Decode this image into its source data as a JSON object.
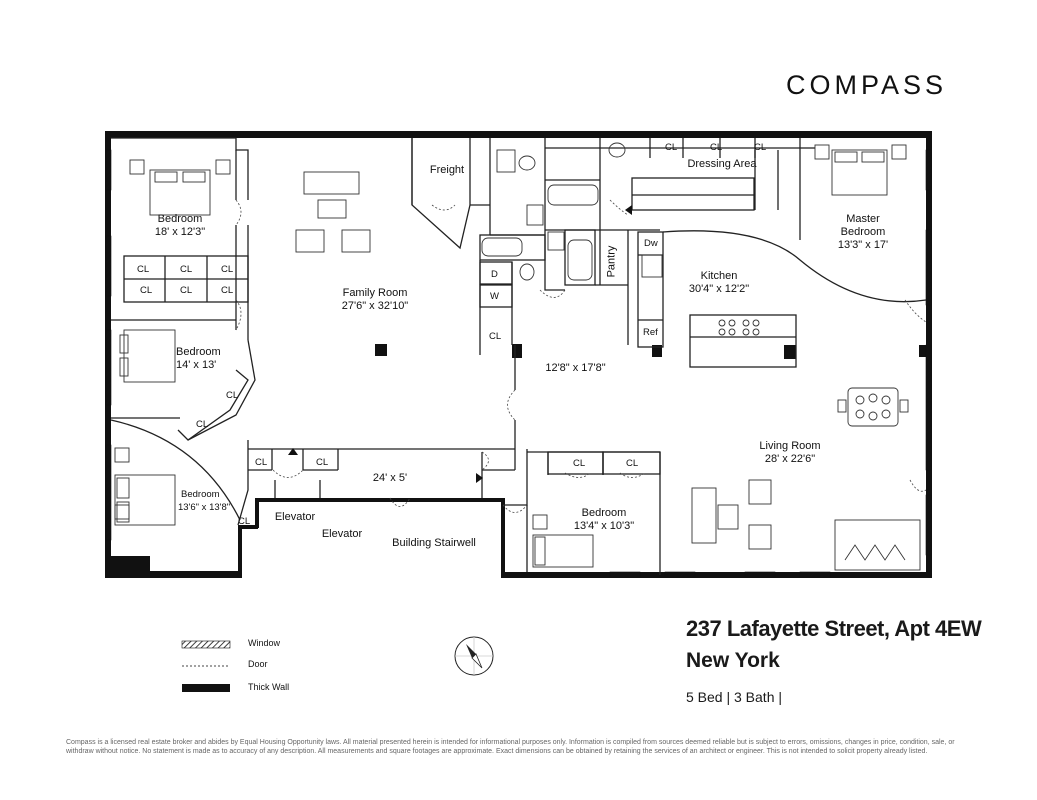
{
  "brand": {
    "logo_text": "COMPASS"
  },
  "listing": {
    "address": "237 Lafayette Street, Apt 4EW",
    "city": "New York",
    "summary": "5 Bed | 3 Bath |"
  },
  "rooms": {
    "bedroom1": {
      "name": "Bedroom",
      "dims": "18' x 12'3\""
    },
    "bedroom2": {
      "name": "Bedroom",
      "dims": "14' x 13'"
    },
    "bedroom3": {
      "name": "Bedroom",
      "dims": "13'6\" x 13'8\""
    },
    "family_room": {
      "name": "Family Room",
      "dims": "27'6\" x 32'10\""
    },
    "freight": {
      "name": "Freight"
    },
    "dressing_area": {
      "name": "Dressing Area"
    },
    "master_bedroom": {
      "name": "Master Bedroom",
      "line1": "Master",
      "line2": "Bedroom",
      "dims": "13'3\" x 17'"
    },
    "pantry": {
      "name": "Pantry"
    },
    "kitchen": {
      "name": "Kitchen",
      "dims": "30'4\" x 12'2\""
    },
    "center_area": {
      "dims": "12'8\" x 17'8\""
    },
    "living_room": {
      "name": "Living Room",
      "dims": "28' x 22'6\""
    },
    "hall": {
      "dims": "24' x 5'"
    },
    "bedroom4": {
      "name": "Bedroom",
      "dims": "13'4\" x 10'3\""
    },
    "elevator1": {
      "name": "Elevator"
    },
    "elevator2": {
      "name": "Elevator"
    },
    "stairwell": {
      "name": "Building Stairwell"
    }
  },
  "fixtures": {
    "closet": "CL",
    "dryer": "D",
    "washer": "W",
    "dishwasher": "Dw",
    "refrigerator": "Ref"
  },
  "legend": {
    "window": "Window",
    "door": "Door",
    "thick_wall": "Thick Wall"
  },
  "disclaimer": "Compass is a licensed real estate broker and abides by Equal Housing Opportunity laws. All material presented herein is intended for informational purposes only. Information is compiled from sources deemed reliable but is subject to errors, omissions, changes in price, condition, sale, or withdraw without notice. No statement is made as to accuracy of any description. All measurements and square footages are approximate. Exact dimensions can be obtained by retaining the services of an architect or engineer. This is not intended to solicit property already listed.",
  "colors": {
    "wall": "#111111",
    "line": "#222222",
    "text": "#111111",
    "disclaimer": "#666666"
  }
}
